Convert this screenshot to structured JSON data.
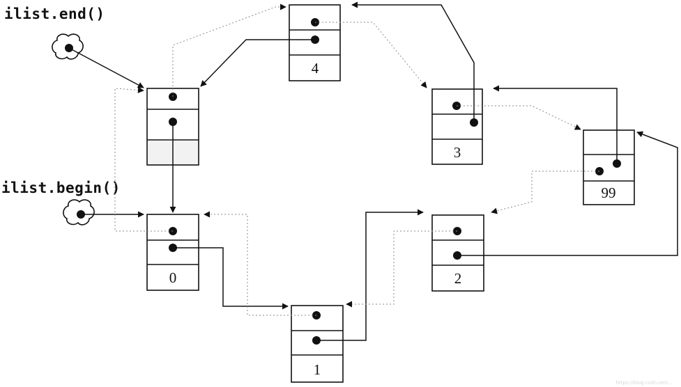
{
  "labels": {
    "end_iterator": "ilist.end()",
    "begin_iterator": "ilist.begin()"
  },
  "nodes": [
    {
      "id": "sentinel",
      "value": ""
    },
    {
      "id": "node-0",
      "value": "0"
    },
    {
      "id": "node-1",
      "value": "1"
    },
    {
      "id": "node-2",
      "value": "2"
    },
    {
      "id": "node-99",
      "value": "99"
    },
    {
      "id": "node-3",
      "value": "3"
    },
    {
      "id": "node-4",
      "value": "4"
    }
  ],
  "colors": {
    "ink": "#111111",
    "dotted": "#8a8a8a",
    "sentinel_fill": "#f2f2f2"
  }
}
